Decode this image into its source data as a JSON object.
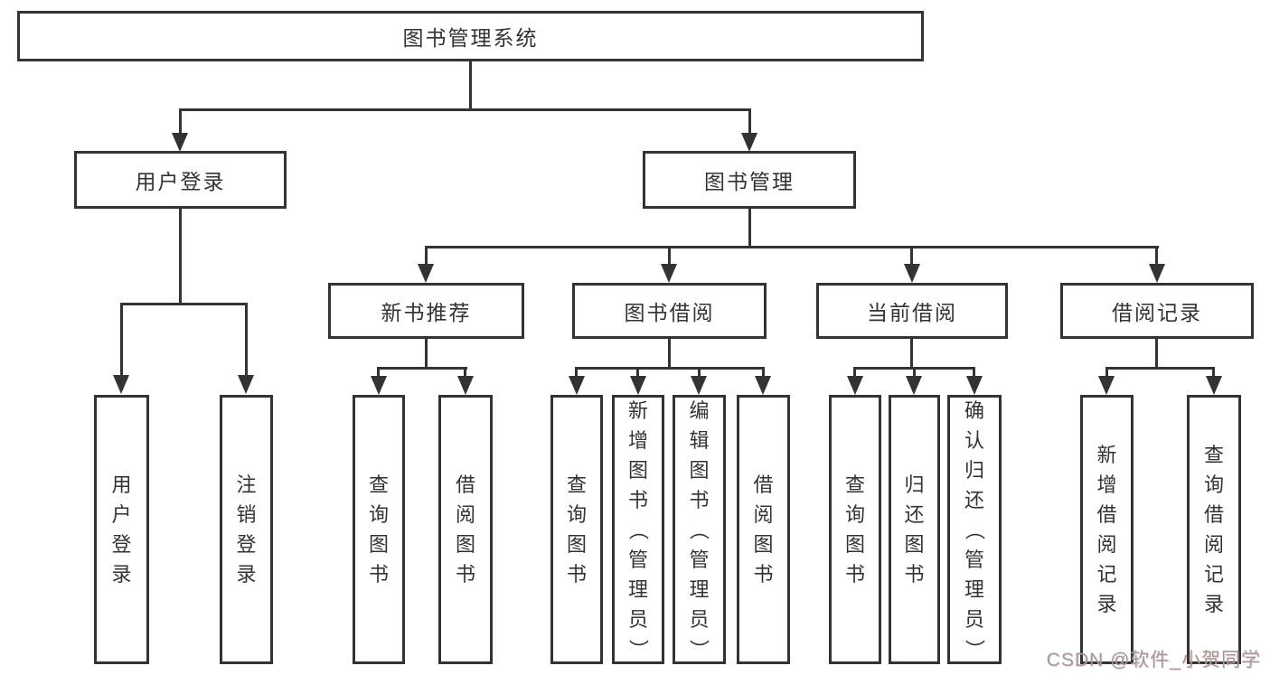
{
  "colors": {
    "line": "#333333",
    "text": "#333333",
    "background": "#ffffff",
    "watermark": "#9c9c9c"
  },
  "tree": {
    "root": {
      "label": "图书管理系统"
    },
    "branches": [
      {
        "label": "用户登录",
        "leaves": [
          {
            "label": "用户登录"
          },
          {
            "label": "注销登录"
          }
        ]
      },
      {
        "label": "图书管理",
        "groups": [
          {
            "label": "新书推荐",
            "leaves": [
              {
                "label": "查询图书"
              },
              {
                "label": "借阅图书"
              }
            ]
          },
          {
            "label": "图书借阅",
            "leaves": [
              {
                "label": "查询图书"
              },
              {
                "label": "新增图书（管理员）"
              },
              {
                "label": "编辑图书（管理员）"
              },
              {
                "label": "借阅图书"
              }
            ]
          },
          {
            "label": "当前借阅",
            "leaves": [
              {
                "label": "查询图书"
              },
              {
                "label": "归还图书"
              },
              {
                "label": "确认归还（管理员）"
              }
            ]
          },
          {
            "label": "借阅记录",
            "leaves": [
              {
                "label": "新增借阅记录"
              },
              {
                "label": "查询借阅记录"
              }
            ]
          }
        ]
      }
    ]
  },
  "watermark": {
    "text": "CSDN @软件_小贺同学"
  }
}
